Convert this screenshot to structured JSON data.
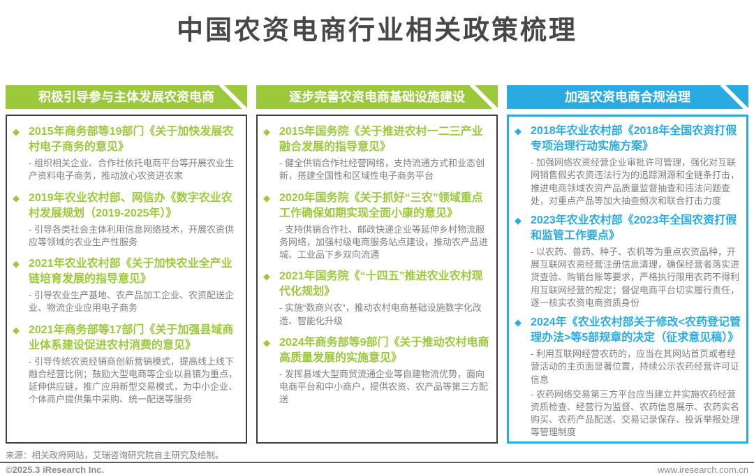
{
  "title": "中国农资电商行业相关政策梳理",
  "icons": {
    "diamond": "◆"
  },
  "colors": {
    "green_accent": "#9CC93C",
    "blue_accent": "#29ABE2",
    "title_gray": "#474747",
    "body_text_gray": "#7F7F7F"
  },
  "columns": [
    {
      "header": "积极引导参与主体发展农资电商",
      "items": [
        {
          "title": "2015年商务部等19部门《关于加快发展农村电子商务的意见》",
          "descs": [
            "- 组织相关企业、合作社依托电商平台等开展农业生产资料电子商务，推动放心农资进农家"
          ]
        },
        {
          "title": "2019年农业农村部、网信办《数字农业农村发展规划（2019-2025年）》",
          "descs": [
            "- 引导各类社会主体利用信息网络技术，开展农资供应等领域的农业生产性服务"
          ]
        },
        {
          "title": "2021年农业农村部《关于加快农业全产业链培育发展的指导意见》",
          "descs": [
            "- 引导农业生产基地、农产品加工企业、农资配送企业、物流企业应用电子商务"
          ]
        },
        {
          "title": "2021年商务部等17部门《关于加强县域商业体系建设促进农村消费的意见》",
          "descs": [
            "- 引导传统农资经销商创新营销模式，提高线上线下融合经营比例；鼓励大型电商等企业以县镇为重点，延伸供应链，推广应用新型交易模式，为中小企业、个体商户提供集中采购、统一配送等服务"
          ]
        }
      ]
    },
    {
      "header": "逐步完善农资电商基础设施建设",
      "items": [
        {
          "title": "2015年国务院《关于推进农村一二三产业融合发展的指导意见》",
          "descs": [
            "- 健全供销合作社经营网络，支持流通方式和业态创新，搭建全国性和区域性电子商务平台"
          ]
        },
        {
          "title": "2020年国务院《关于抓好“三农”领域重点工作确保如期实现全面小康的意见》",
          "descs": [
            "- 支持供销合作社、邮政快递企业等延伸乡村物流服务网络，加强村级电商服务站点建设，推动农产品进城、工业品下乡双向流通"
          ]
        },
        {
          "title": "2021年国务院《“十四五”推进农业农村现代化规划》",
          "descs": [
            "- 实施“数商兴农”，推动农村电商基础设施数字化改造、智能化升级"
          ]
        },
        {
          "title": "2024年商务部等9部门《关于推动农村电商高质量发展的实施意见》",
          "descs": [
            "- 发挥县域大型商贸流通企业等自建物流优势，面向电商平台和中小商户，提供农资、农产品等第三方配送"
          ]
        }
      ]
    },
    {
      "header": "加强农资电商合规治理",
      "items": [
        {
          "title": "2018年农业农村部《2018年全国农资打假专项治理行动实施方案》",
          "descs": [
            "- 加强网络农资经营企业审批许可管理，强化对互联网销售假劣农资违法行为的追踪溯源和全链条打击，推进电商领域农资产品质量监督抽查和违法问题查处，对重点产品等加大抽查频次和联合打击力度"
          ]
        },
        {
          "title": "2023年农业农村部《2023年全国农资打假和监管工作要点》",
          "descs": [
            "- 以农药、兽药、种子、农机等为重点农资品种，开展互联网农资经营注册信息清理，确保经营者落实进货查验、购销台账等要求，严格执行限用农药不得利用互联网经营的规定；督促电商平台切实履行责任，逐一核实农资电商资质身份"
          ]
        },
        {
          "title": "2024年《农业农村部关于修改<农药登记管理办法>等5部规章的决定（征求意见稿）》",
          "descs": [
            "- 利用互联网经营农药的，应当在其网站首页或者经营活动的主页面显著位置，持续公示农药经营许可证信息",
            "- 农药网络交易第三方平台应当建立并实施农药经营资质检查、经营行为监督、农药信息展示、农药实名购买、农药产品配送、交易记录保存、投诉举报处理等管理制度"
          ]
        }
      ]
    }
  ],
  "footer": {
    "source": "来源：相关政府网站，艾瑞咨询研究院自主研究及绘制。",
    "copyright": "©2025.3 iResearch Inc.",
    "website": "www.iresearch.com.cn"
  }
}
